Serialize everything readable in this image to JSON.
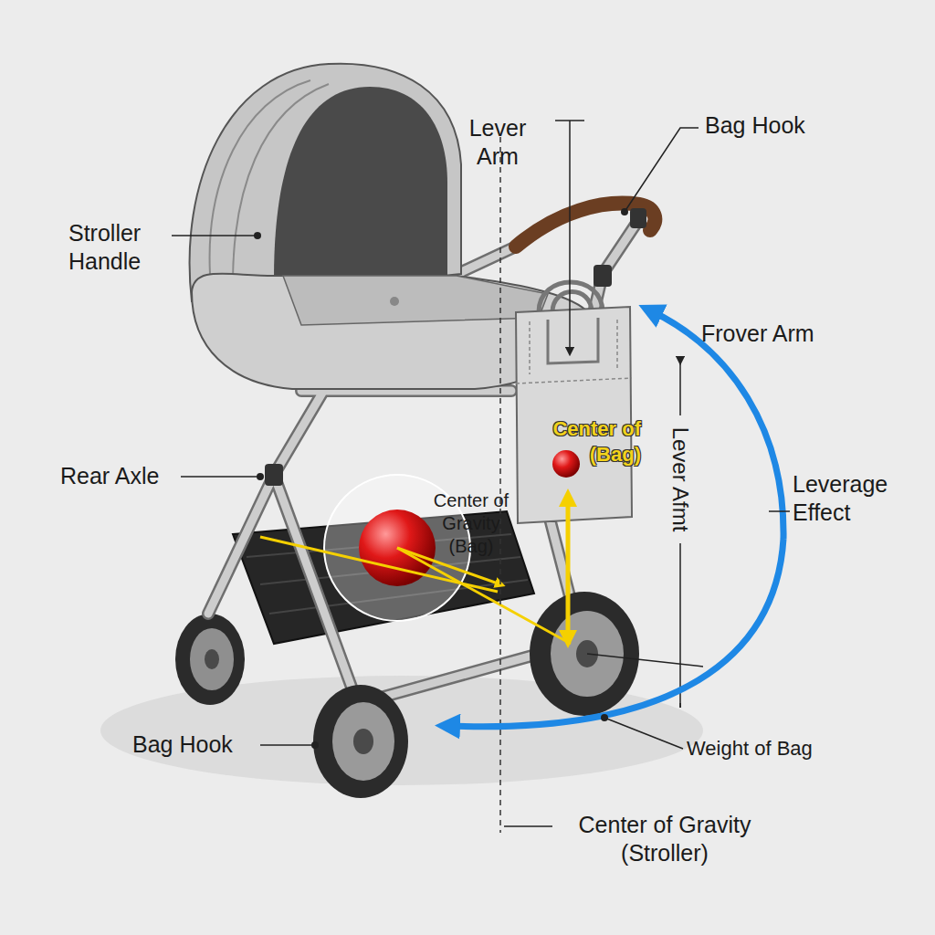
{
  "diagram": {
    "labels": [
      "Lever Arm",
      "Bag Hook",
      "Stroller Handle",
      "Frover Arm",
      "Center of (Bag)",
      "Lever Afmt",
      "Leverage Effect",
      "Rear Axle",
      "Center of Gravity (Bag)",
      "Bag Hook",
      "Weight of Bag",
      "Center of Gravity (Stroller)"
    ]
  }
}
